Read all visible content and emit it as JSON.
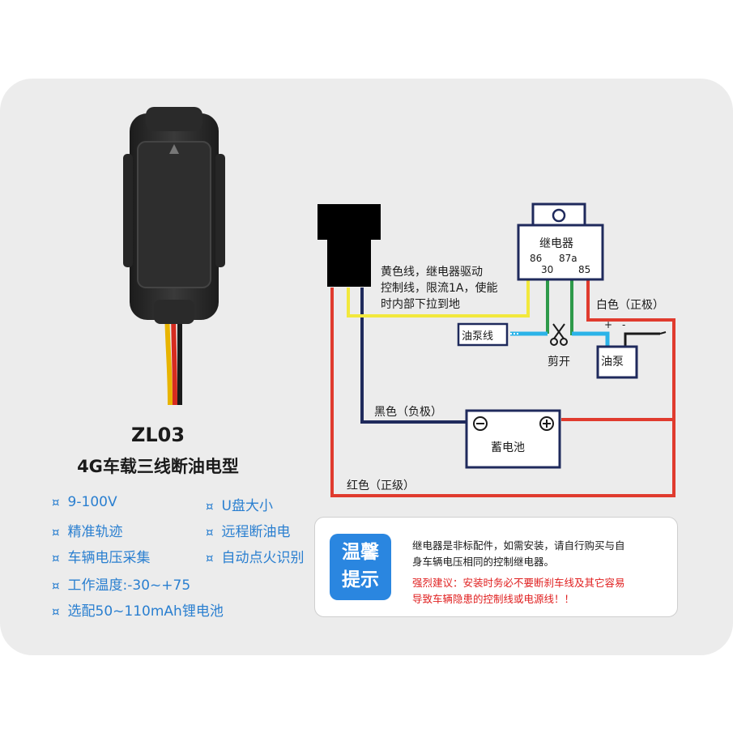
{
  "product": {
    "model": "ZL03",
    "name": "4G车载三线断油电型"
  },
  "features": [
    "9-100V",
    "U盘大小",
    "精准轨迹",
    "远程断油电",
    "车辆电压采集",
    "自动点火识别",
    "工作温度:-30~+75",
    "选配50~110mAh锂电池"
  ],
  "feature_bullet": "¤",
  "wiring": {
    "relay_label": "继电器",
    "relay_pins": {
      "p86": "86",
      "p87a": "87a",
      "p30": "30",
      "p85": "85"
    },
    "yellow_line_1": "黄色线，继电器驱动",
    "yellow_line_2": "控制线，限流1A，使能",
    "yellow_line_3": "时内部下拉到地",
    "white_wire": "白色（正极）",
    "pump_line": "油泵线",
    "cut": "剪开",
    "pump": "油泵",
    "black_wire": "黑色（负极）",
    "battery": "蓄电池",
    "red_wire": "红色（正级）"
  },
  "tip": {
    "badge_1": "温馨",
    "badge_2": "提示",
    "line_1": "继电器是非标配件，如需安装，请自行购买与自",
    "line_2": "身车辆电压相同的控制继电器。",
    "warn_1": "强烈建议：安装时务必不要断刹车线及其它容易",
    "warn_2": "导致车辆隐患的控制线或电源线！！"
  },
  "colors": {
    "accent_blue": "#2a7fd0",
    "red_wire": "#e03b2e",
    "yellow_wire": "#f2e83c",
    "navy_wire": "#1f2a5c",
    "green_wire": "#2e9a4a",
    "cyan_wire": "#2bb3e8",
    "warning_red": "#e02020"
  }
}
